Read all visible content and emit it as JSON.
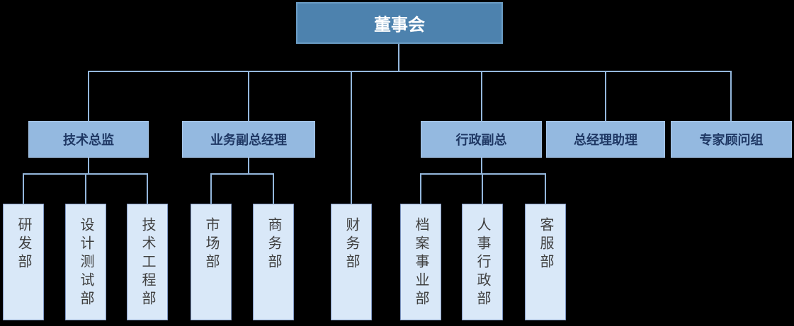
{
  "org_chart": {
    "type": "organization-chart",
    "root": {
      "label": "董事会"
    },
    "level2": [
      {
        "label": "技术总监",
        "parent": "董事会"
      },
      {
        "label": "业务副总经理",
        "parent": "董事会"
      },
      {
        "label": "行政副总",
        "parent": "董事会"
      },
      {
        "label": "总经理助理",
        "parent": "董事会"
      },
      {
        "label": "专家顾问组",
        "parent": "董事会"
      }
    ],
    "level3": [
      {
        "label": "研发部",
        "parent": "技术总监"
      },
      {
        "label": "设计测试部",
        "parent": "技术总监"
      },
      {
        "label": "技术工程部",
        "parent": "技术总监"
      },
      {
        "label": "市场部",
        "parent": "业务副总经理"
      },
      {
        "label": "商务部",
        "parent": "业务副总经理"
      },
      {
        "label": "财务部",
        "parent": "董事会"
      },
      {
        "label": "档案事业部",
        "parent": "行政副总"
      },
      {
        "label": "人事行政部",
        "parent": "行政副总"
      },
      {
        "label": "客服部",
        "parent": "行政副总"
      }
    ],
    "colors": {
      "background": "#000000",
      "root_fill": "#4d82ae",
      "root_border": "#6a9bc3",
      "root_text": "#ffffff",
      "level2_fill": "#94b9e0",
      "level2_text": "#1f3864",
      "level3_fill": "#d9e8f8",
      "level3_border": "#8098c4",
      "level3_text": "#404040",
      "connector": "#94b7dc"
    }
  }
}
